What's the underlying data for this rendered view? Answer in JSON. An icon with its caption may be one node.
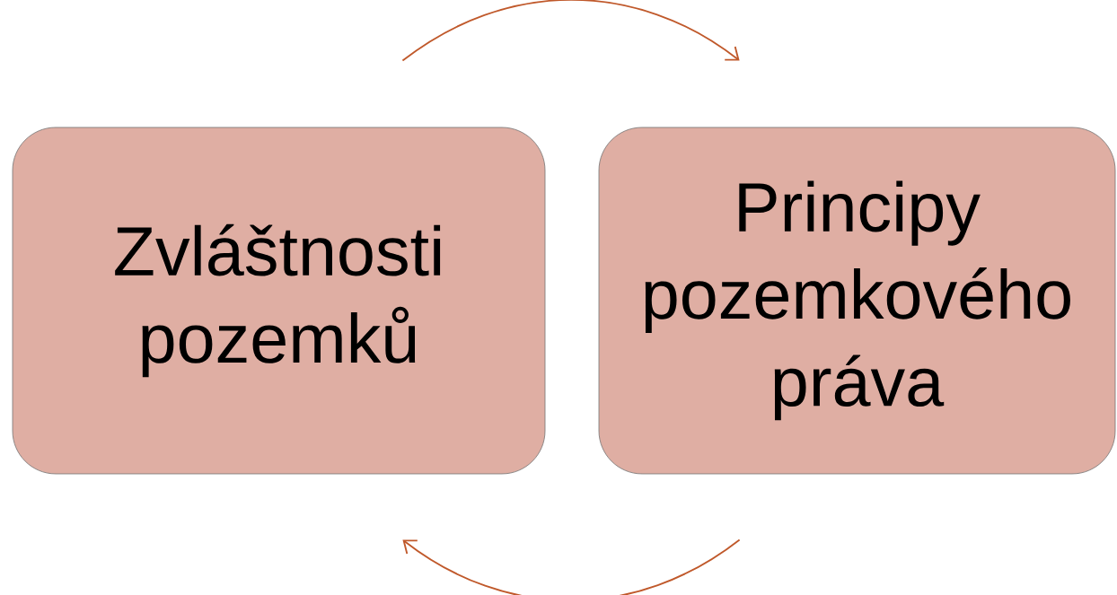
{
  "diagram": {
    "nodes": [
      {
        "text": [
          "Zvláštnosti pozemků"
        ]
      },
      {
        "text": [
          "Principy pozemkového práva"
        ]
      }
    ],
    "edges": [
      {
        "from": 0,
        "to": 1,
        "arrow": "to"
      },
      {
        "from": 1,
        "to": 0,
        "arrow": "to"
      }
    ]
  }
}
